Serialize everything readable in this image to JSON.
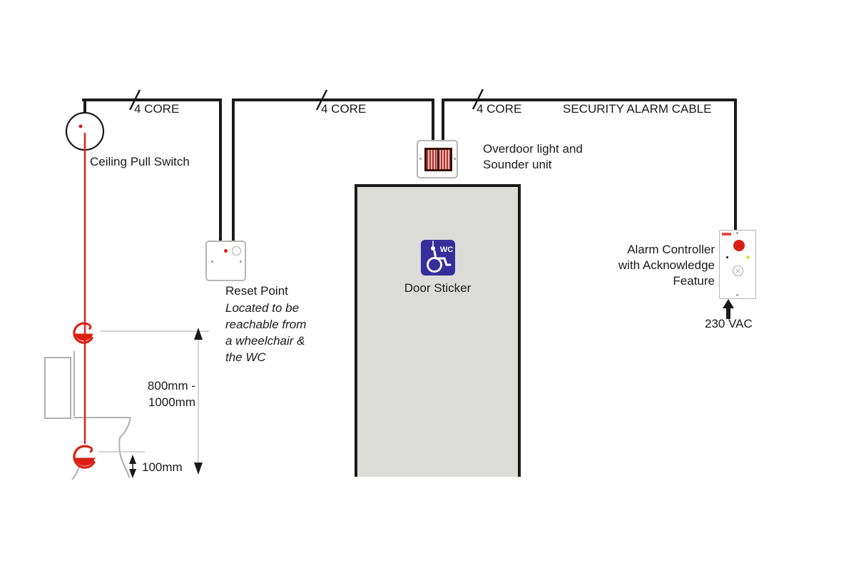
{
  "colors": {
    "line": "#1a1a1a",
    "red": "#dc1f12",
    "cord": "#e2231a",
    "toilet": "#b0b0ae",
    "dim": "#c6c6c4",
    "door": "#dcdcd8",
    "sticker": "#372e9b",
    "boxborder": "#b5b5b2",
    "lensframe": "#3a100e",
    "lensstripe": "#b2352d",
    "lenslight": "#eab5ae",
    "led_yellow": "#ddda55"
  },
  "cables": {
    "core_labels": [
      "4 CORE",
      "4 CORE",
      "4 CORE"
    ],
    "security_label": "SECURITY ALARM CABLE"
  },
  "ceiling_pull_switch": {
    "label": "Ceiling Pull Switch"
  },
  "reset_point": {
    "label": "Reset Point",
    "note_lines": [
      "Located to be",
      "reachable from",
      "a wheelchair &",
      "the WC"
    ]
  },
  "overdoor_unit": {
    "label_lines": [
      "Overdoor light and",
      "Sounder unit"
    ]
  },
  "door": {
    "sticker_label": "Door Sticker",
    "sticker_icon_text": "WC"
  },
  "alarm_controller": {
    "label_lines": [
      "Alarm Controller",
      "with Acknowledge",
      "Feature"
    ],
    "power_label": "230 VAC"
  },
  "dimensions": {
    "pull_height_lines": [
      "800mm -",
      "1000mm"
    ],
    "floor_clearance": "100mm"
  }
}
